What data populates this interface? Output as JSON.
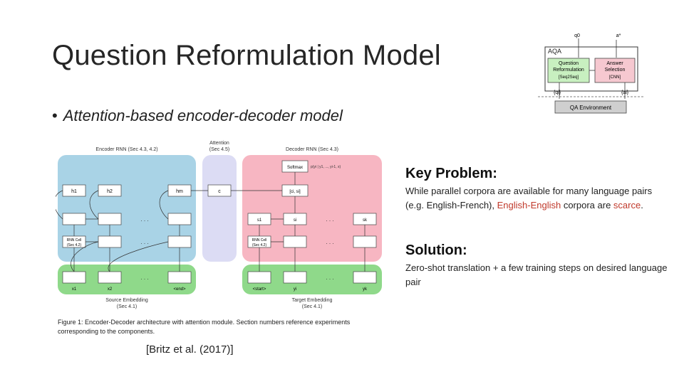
{
  "slide": {
    "title": "Question Reformulation Model",
    "bullet": "Attention-based encoder-decoder model",
    "key_problem": {
      "heading": "Key Problem:",
      "text_before": "While parallel corpora are available for many language pairs (e.g. English-French), ",
      "highlight1": "English-English",
      "text_middle": " corpora are ",
      "highlight2": "scarce",
      "text_after": "."
    },
    "solution": {
      "heading": "Solution:",
      "text": "Zero-shot translation + a few training steps on desired language pair"
    },
    "citation": "[Britz et al. (2017)]"
  },
  "aqa_diagram": {
    "box_label": "AQA",
    "qr_label_1": "Question",
    "qr_label_2": "Reformulation",
    "qr_label_3": "[Seq2Seq]",
    "as_label_1": "Answer",
    "as_label_2": "Selection",
    "as_label_3": "[CNN]",
    "top_left": "q0",
    "top_right": "a*",
    "bottom_left": "{qi}",
    "bottom_right": "{ai}",
    "env_label": "QA Environment",
    "colors": {
      "qr": "#c8f0c0",
      "as": "#f6c8d0",
      "env": "#cfcfcf"
    }
  },
  "figure": {
    "encoder_title": "Encoder RNN (Sec 4.3, 4.2)",
    "attention_title_1": "Attention",
    "attention_title_2": "(Sec 4.5)",
    "decoder_title": "Decoder RNN (Sec 4.3)",
    "softmax": "Softmax",
    "prob": "p(yi | y1, ..., yi-1, x)",
    "h1": "h1",
    "h2": "h2",
    "hm": "hm",
    "c": "c",
    "ci_si": "[ci, si]",
    "s1": "s1",
    "si": "si",
    "sk": "sk",
    "enc_cell_1": "RNN Cell",
    "enc_cell_2": "(Sec 4.2)",
    "dec_cell_1": "RNN Cell",
    "dec_cell_2": "(Sec 4.2)",
    "x1": "x1",
    "x2": "x2",
    "xm": "<end>",
    "y_start": "<start>",
    "y_i": "yi",
    "y_k": "yk",
    "src_emb_1": "Source Embedding",
    "src_emb_2": "(Sec 4.1)",
    "tgt_emb_1": "Target Embedding",
    "tgt_emb_2": "(Sec 4.1)",
    "caption_1": "Figure 1: Encoder-Decoder architecture with attention module. Section numbers reference experiments",
    "caption_2": "corresponding to the components.",
    "colors": {
      "encoder": "#a9d3e6",
      "attention": "#dcdcf4",
      "decoder": "#f7b6c2",
      "embedding": "#8fd98a"
    }
  }
}
